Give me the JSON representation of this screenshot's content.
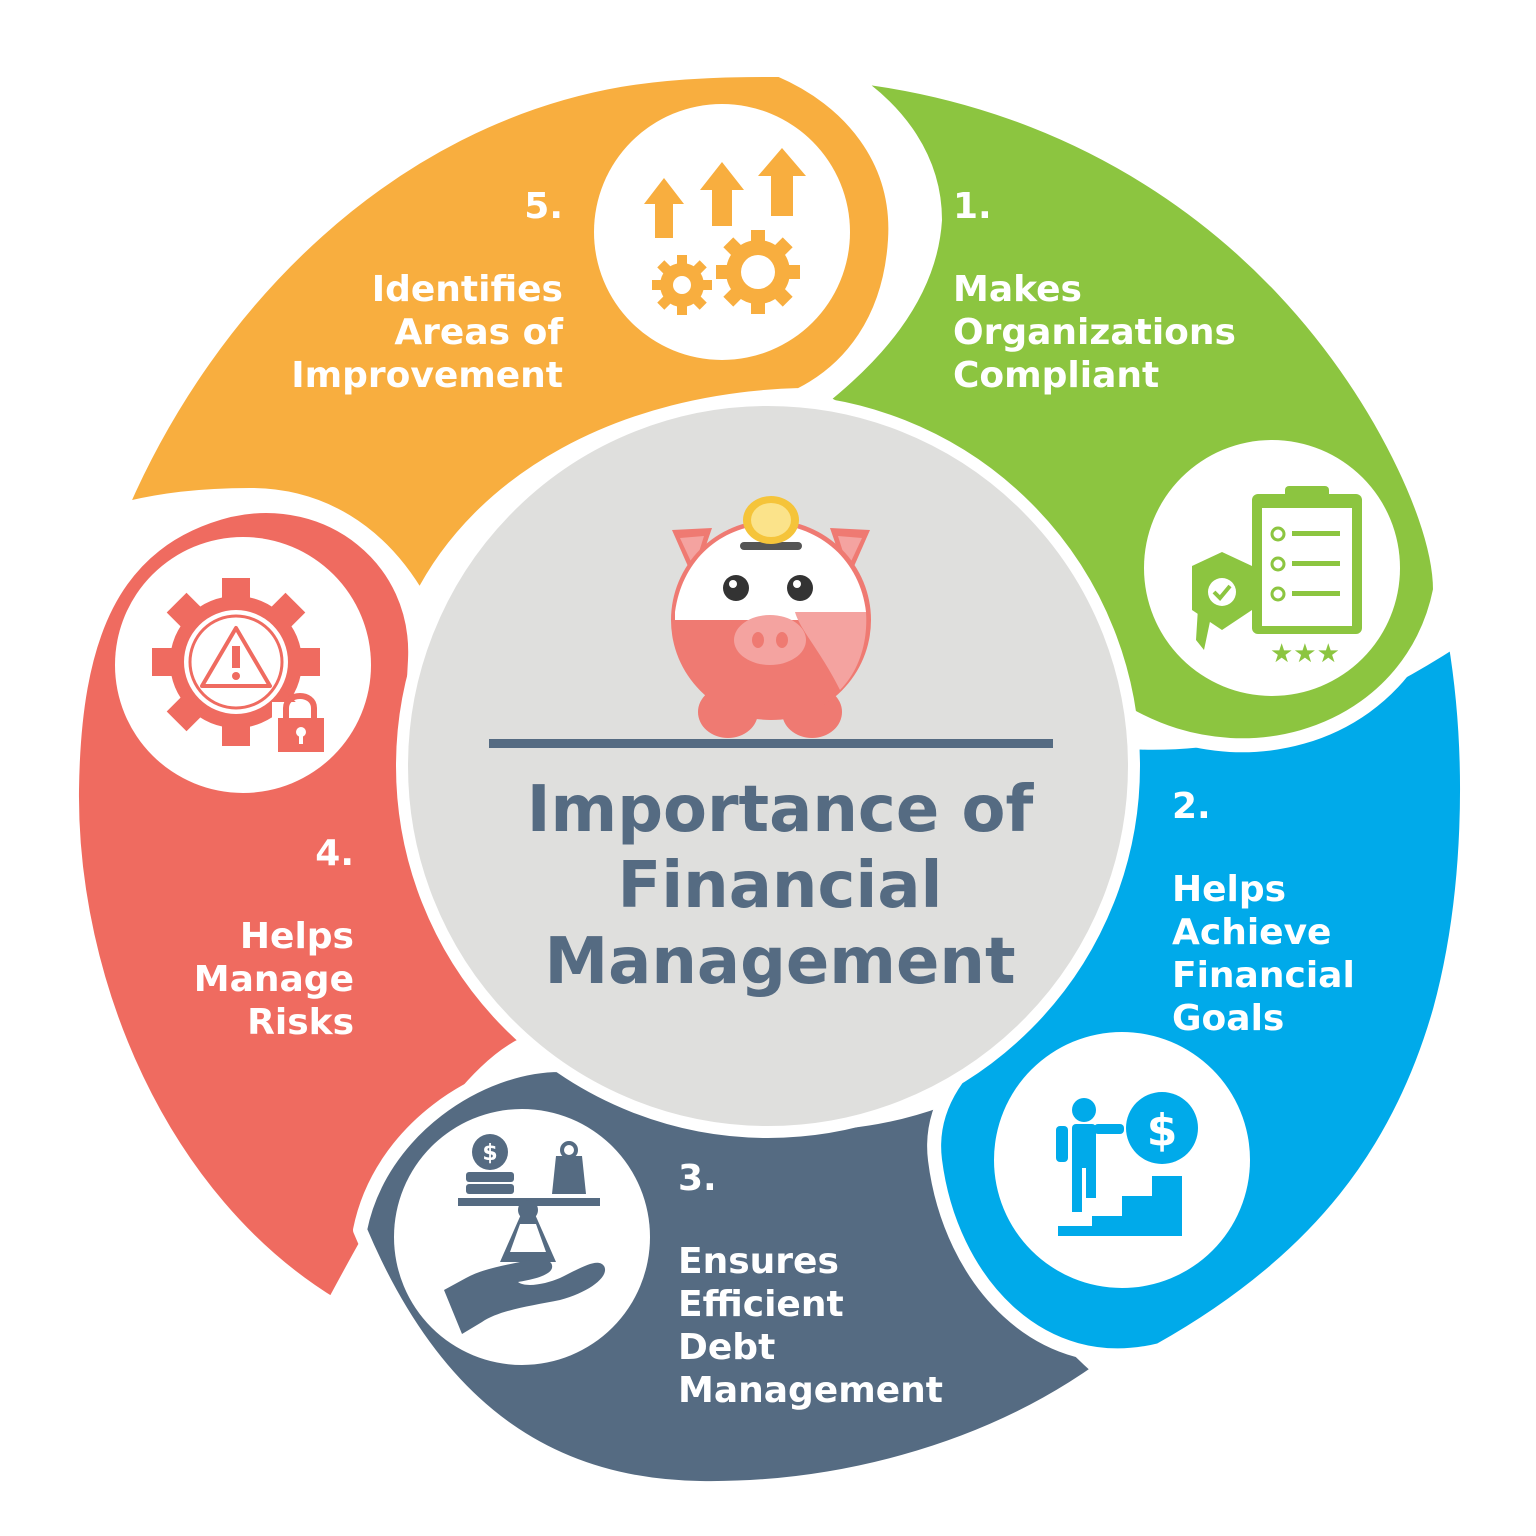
{
  "title": {
    "line1": "Importance of",
    "line2": "Financial",
    "line3": "Management"
  },
  "segments": [
    {
      "number": "1.",
      "lines": [
        "Makes",
        "Organizations",
        "Compliant"
      ],
      "color": "#8cc540",
      "icon": "compliance-checklist-icon"
    },
    {
      "number": "2.",
      "lines": [
        "Helps",
        "Achieve",
        "Financial",
        "Goals"
      ],
      "color": "#00aaea",
      "icon": "climbing-stairs-to-money-icon"
    },
    {
      "number": "3.",
      "lines": [
        "Ensures",
        "Efficient",
        "Debt",
        "Management"
      ],
      "color": "#556b82",
      "icon": "hand-balance-scale-icon"
    },
    {
      "number": "4.",
      "lines": [
        "Helps",
        "Manage",
        "Risks"
      ],
      "color": "#ef6b60",
      "icon": "gear-warning-lock-icon"
    },
    {
      "number": "5.",
      "lines": [
        "Identifies",
        "Areas of",
        "Improvement"
      ],
      "color": "#f8ae3f",
      "icon": "arrows-up-gears-icon"
    }
  ],
  "center_icon": "piggy-bank-icon",
  "colors": {
    "center": "#dfdfdd",
    "title": "#556b82"
  }
}
